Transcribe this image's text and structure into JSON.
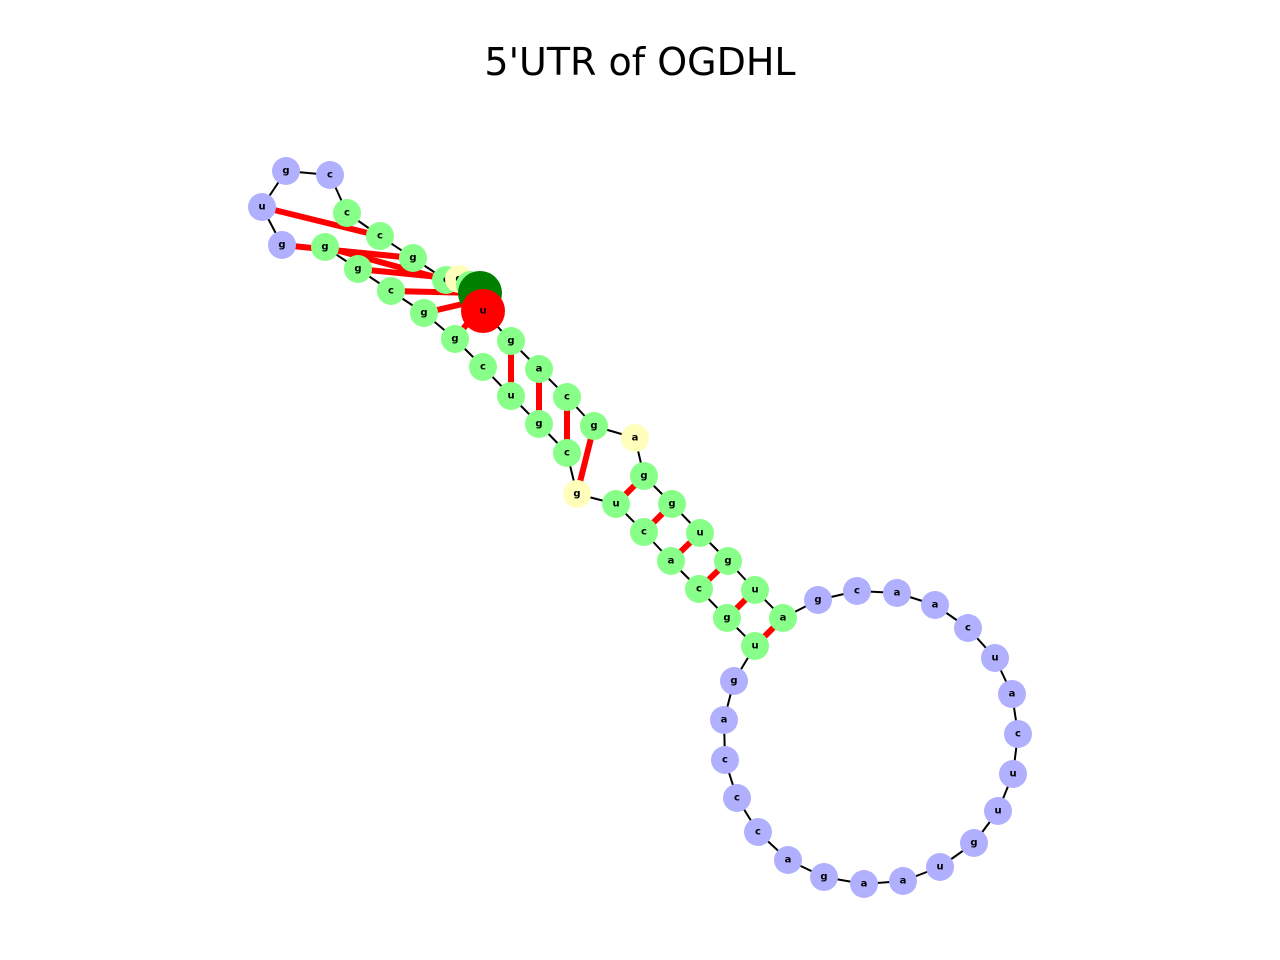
{
  "title": "5'UTR of OGDHL",
  "colors": {
    "stem": "#88ff88",
    "loop": "#b0b0ff",
    "bulge": "#ffffbb",
    "start_marker": "#008000",
    "end_marker": "#ff0000",
    "backbone": "#000000",
    "pair": "#ff0000"
  },
  "nucleotides": [
    {
      "base": "c",
      "type": "start"
    },
    {
      "base": "u",
      "type": "end"
    },
    {
      "base": "g",
      "type": "stem"
    },
    {
      "base": "a",
      "type": "stem"
    },
    {
      "base": "c",
      "type": "stem"
    },
    {
      "base": "g",
      "type": "stem"
    },
    {
      "base": "a",
      "type": "bulge"
    },
    {
      "base": "g",
      "type": "stem"
    },
    {
      "base": "g",
      "type": "stem"
    },
    {
      "base": "u",
      "type": "stem"
    },
    {
      "base": "g",
      "type": "stem"
    },
    {
      "base": "u",
      "type": "stem"
    },
    {
      "base": "a",
      "type": "stem"
    },
    {
      "base": "g",
      "type": "loop"
    },
    {
      "base": "c",
      "type": "loop"
    },
    {
      "base": "a",
      "type": "loop"
    },
    {
      "base": "a",
      "type": "loop"
    },
    {
      "base": "c",
      "type": "loop"
    },
    {
      "base": "u",
      "type": "loop"
    },
    {
      "base": "a",
      "type": "loop"
    },
    {
      "base": "c",
      "type": "loop"
    },
    {
      "base": "u",
      "type": "loop"
    },
    {
      "base": "u",
      "type": "loop"
    },
    {
      "base": "g",
      "type": "loop"
    },
    {
      "base": "u",
      "type": "loop"
    },
    {
      "base": "a",
      "type": "loop"
    },
    {
      "base": "a",
      "type": "loop"
    },
    {
      "base": "g",
      "type": "loop"
    },
    {
      "base": "a",
      "type": "loop"
    },
    {
      "base": "c",
      "type": "loop"
    },
    {
      "base": "c",
      "type": "loop"
    },
    {
      "base": "c",
      "type": "loop"
    },
    {
      "base": "a",
      "type": "loop"
    },
    {
      "base": "g",
      "type": "loop"
    },
    {
      "base": "u",
      "type": "stem"
    },
    {
      "base": "g",
      "type": "stem"
    },
    {
      "base": "c",
      "type": "stem"
    },
    {
      "base": "a",
      "type": "stem"
    },
    {
      "base": "c",
      "type": "stem"
    },
    {
      "base": "u",
      "type": "stem"
    },
    {
      "base": "g",
      "type": "bulge"
    },
    {
      "base": "c",
      "type": "stem"
    },
    {
      "base": "g",
      "type": "stem"
    },
    {
      "base": "u",
      "type": "stem"
    },
    {
      "base": "c",
      "type": "stem"
    },
    {
      "base": "g",
      "type": "stem"
    },
    {
      "base": "g",
      "type": "stem"
    },
    {
      "base": "c",
      "type": "stem"
    },
    {
      "base": "g",
      "type": "stem"
    },
    {
      "base": "g",
      "type": "stem"
    },
    {
      "base": "g",
      "type": "loop"
    },
    {
      "base": "u",
      "type": "loop"
    },
    {
      "base": "g",
      "type": "loop"
    },
    {
      "base": "c",
      "type": "loop"
    },
    {
      "base": "c",
      "type": "stem"
    },
    {
      "base": "c",
      "type": "stem"
    },
    {
      "base": "g",
      "type": "stem"
    },
    {
      "base": "c",
      "type": "stem"
    },
    {
      "base": "g",
      "type": "bulge"
    },
    {
      "base": "g",
      "type": "stem"
    },
    {
      "base": "a",
      "type": "stem"
    },
    {
      "base": "c",
      "type": "stem"
    },
    {
      "base": "g",
      "type": "stem"
    }
  ],
  "pairs": [
    [
      2,
      43
    ],
    [
      3,
      42
    ],
    [
      4,
      41
    ],
    [
      5,
      40
    ],
    [
      7,
      39
    ],
    [
      8,
      38
    ],
    [
      9,
      37
    ],
    [
      10,
      36
    ],
    [
      11,
      35
    ],
    [
      12,
      34
    ],
    [
      44,
      63
    ],
    [
      45,
      62
    ],
    [
      46,
      61
    ],
    [
      47,
      60
    ],
    [
      48,
      58
    ],
    [
      49,
      57
    ],
    [
      50,
      56
    ],
    [
      51,
      55
    ]
  ]
}
